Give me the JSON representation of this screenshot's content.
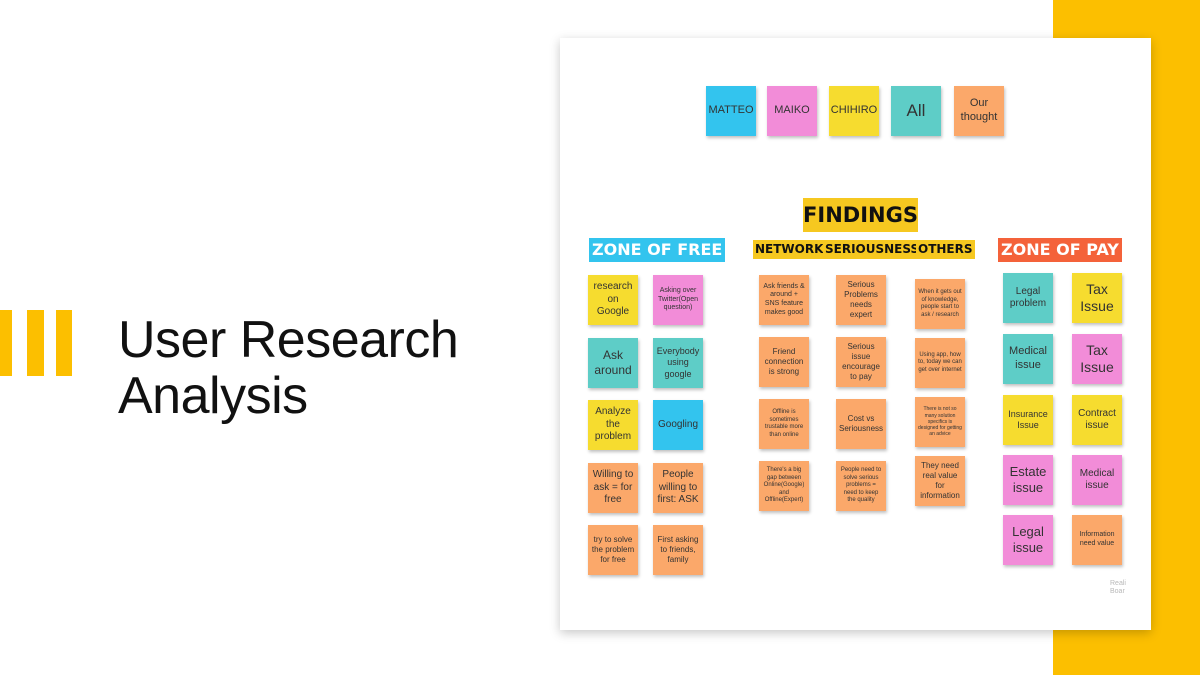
{
  "slide": {
    "title_line1": "User Research",
    "title_line2": "Analysis"
  },
  "colors": {
    "accent": "#fcbf00",
    "blue": "#33c4ee",
    "pink": "#f28cd8",
    "yellow": "#f6dc2f",
    "teal": "#5ecdc7",
    "orange": "#fba86a",
    "zone_free_label": "#33c4ee",
    "zone_pay_label": "#f4623a",
    "heading_label": "#f6c820"
  },
  "board": {
    "legend": [
      "MATTEO",
      "MAIKO",
      "CHIHIRO",
      "All",
      "Our thought"
    ],
    "findings_title": "FINDINGS",
    "headers": {
      "zone_free": "ZONE OF FREE",
      "network": "NETWORK",
      "seriousness": "SERIOUSNESS",
      "others": "OTHERS",
      "zone_pay": "ZONE OF PAY"
    },
    "zone_free": [
      "research on Google",
      "Asking over Twitter(Open question)",
      "Ask around",
      "Everybody using google",
      "Analyze the problem",
      "Googling",
      "Willing to ask = for free",
      "People willing to first: ASK",
      "try to solve the problem for free",
      "First asking to friends, family"
    ],
    "network": [
      "Ask friends & around + SNS feature makes good",
      "Friend connection is strong",
      "Offline is sometimes trustable more than online",
      "There's a big gap between Online(Google) and Offline(Expert)"
    ],
    "seriousness": [
      "Serious Problems needs expert",
      "Serious issue encourage to pay",
      "Cost vs Seriousness",
      "People need to solve serious problems = need to keep the quality"
    ],
    "others": [
      "When it gets out of knowledge, people start to ask / research",
      "Using app, how to, today we can get over internet",
      "There is not so many solution specifics is designed for getting an advice",
      "They need real value for information"
    ],
    "zone_pay": [
      "Legal problem",
      "Tax Issue",
      "Medical issue",
      "Tax Issue",
      "Insurance Issue",
      "Contract issue",
      "Estate issue",
      "Medical issue",
      "Legal issue",
      "Information need value"
    ],
    "watermark_line1": "Reali",
    "watermark_line2": "Boar"
  }
}
